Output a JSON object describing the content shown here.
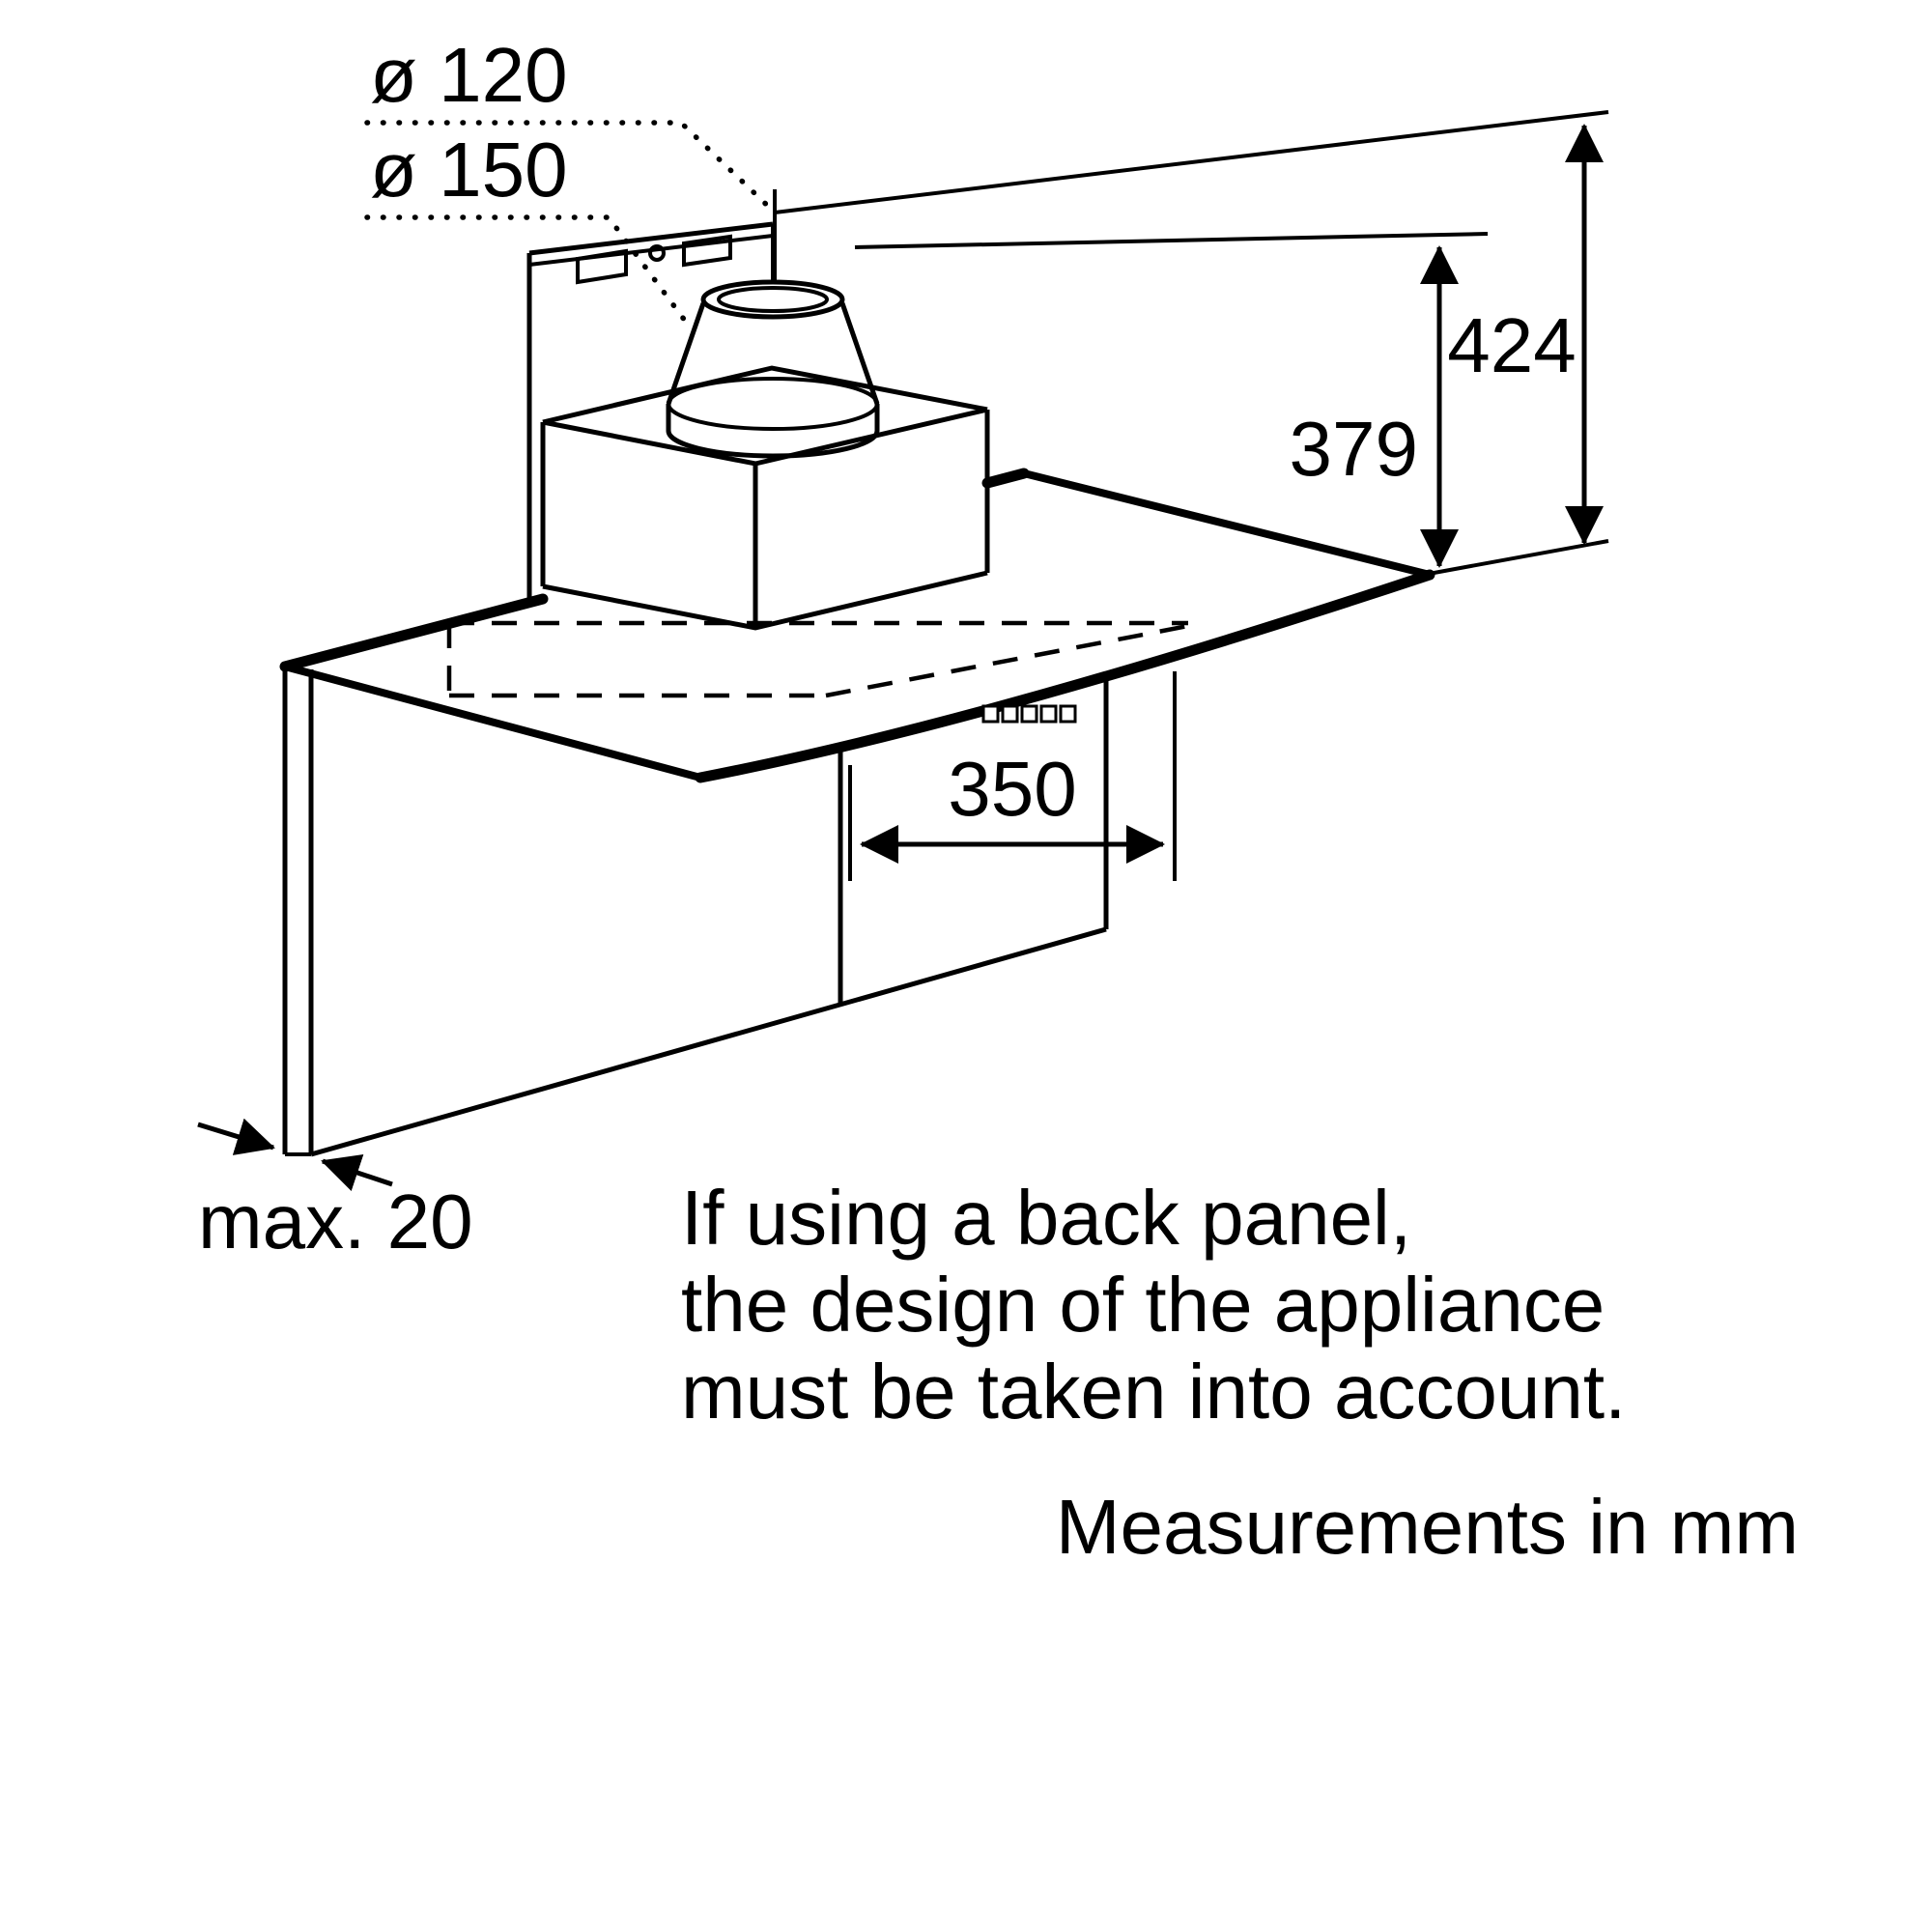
{
  "diagram": {
    "title": "cooker-hood-dimension-drawing",
    "labels": {
      "duct_diameter_small": "ø 120",
      "duct_diameter_large": "ø 150",
      "height_total": "424",
      "height_chimney": "379",
      "body_width": "350",
      "panel_thickness": "max. 20"
    },
    "note_lines": [
      "If using a back panel,",
      "the design of the appliance",
      "must be taken into account."
    ],
    "footer": "Measurements in mm",
    "colors": {
      "line": "#000000",
      "background": "#ffffff"
    }
  }
}
